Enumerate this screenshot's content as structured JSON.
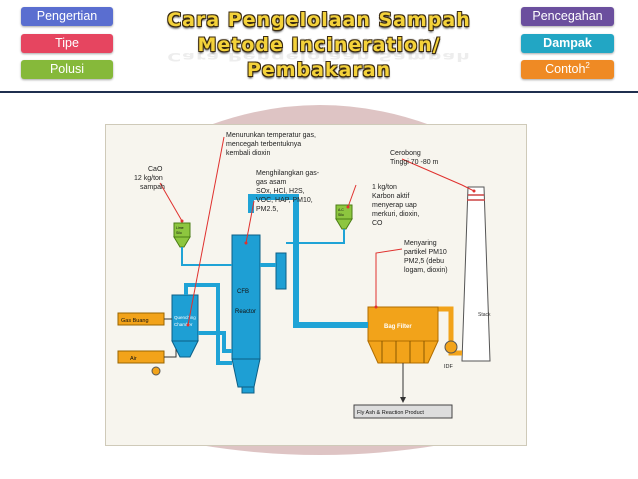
{
  "nav": {
    "left": [
      {
        "label": "Pengertian",
        "color": "#5a6ed0"
      },
      {
        "label": "Tipe",
        "color": "#e64560"
      },
      {
        "label": "Polusi",
        "color": "#86b93a"
      }
    ],
    "right": [
      {
        "label": "Pencegahan",
        "color": "#6b4f9e"
      },
      {
        "label": "Dampak",
        "color": "#22a6c4"
      },
      {
        "label": "Contoh",
        "superscript": "2",
        "color": "#ef8a24"
      }
    ]
  },
  "title": {
    "line1": "Cara Pengelolaan Sampah",
    "line2": "Metode Incineration/",
    "line3": "Pembakaran",
    "color": "#f4d23a"
  },
  "diagram": {
    "annotations": {
      "cao": [
        "CaO",
        "12 kg/ton",
        "sampah"
      ],
      "reduce_temp": [
        "Menurunkan temperatur gas,",
        "mencegah terbentuknya",
        "kembali dioxin"
      ],
      "remove_acid": [
        "Menghilangkan gas-",
        "gas asam",
        "SOx, HCl, H2S,",
        "VOC, HAP, PM10,",
        "PM2.5,"
      ],
      "carbon": [
        "1 kg/ton",
        "Karbon aktif",
        "menyerap uap",
        "merkuri, dioxin,",
        "CO"
      ],
      "stack_height": [
        "Cerobong",
        "Tinggi 70 -80 m"
      ],
      "filter_pm": [
        "Menyaring",
        "partikel PM10",
        "PM2,5 (debu",
        "logam, dioxin)"
      ]
    },
    "components": {
      "gas_buang": "Gas Buang",
      "air": "Air",
      "quenching": [
        "Quenching",
        "Chamber"
      ],
      "cfb": "CFB",
      "reactor": "Reactor",
      "lime_silo": [
        "Lime",
        "Silo"
      ],
      "ac_silo": [
        "A.C",
        "Silo"
      ],
      "bag_filter": "Bag Filter",
      "stack": "Stack",
      "idf": "IDF",
      "fly_ash": "Fly Ash & Reaction Product"
    },
    "colors": {
      "pipe": "#1fa3d6",
      "reactor": "#1e9fd4",
      "bag_filter": "#f2a31a",
      "silo": "#8dc63f",
      "leader": "#e0312e"
    }
  }
}
